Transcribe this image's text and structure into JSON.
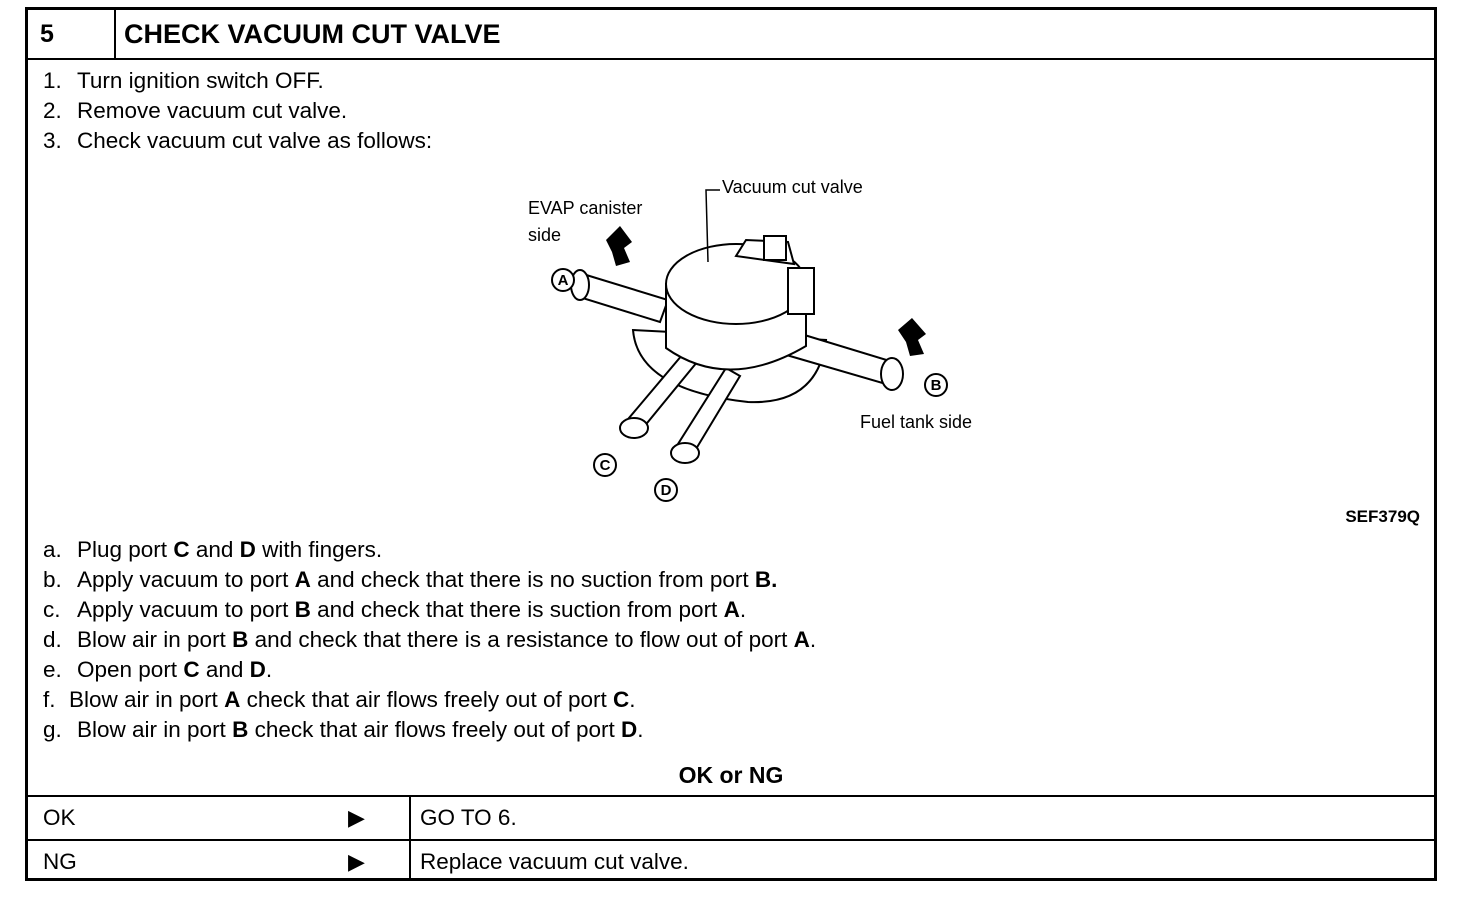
{
  "header": {
    "number": "5",
    "title": "CHECK VACUUM CUT VALVE"
  },
  "steps": [
    {
      "n": "1.",
      "text": "Turn ignition switch OFF."
    },
    {
      "n": "2.",
      "text": "Remove vacuum cut valve."
    },
    {
      "n": "3.",
      "text": "Check vacuum cut valve as follows:"
    }
  ],
  "figure": {
    "labels": {
      "vacuum_cut_valve": "Vacuum cut valve",
      "evap_line1": "EVAP canister",
      "evap_line2": "side",
      "fuel_tank_side": "Fuel tank side",
      "port_a": "A",
      "port_b": "B",
      "port_c": "C",
      "port_d": "D"
    },
    "code": "SEF379Q"
  },
  "substeps": [
    {
      "n": "a.",
      "p1": "Plug port ",
      "b1": "C",
      "p2": " and ",
      "b2": "D",
      "p3": " with fingers.",
      "b3": ""
    },
    {
      "n": "b.",
      "p1": "Apply vacuum to port ",
      "b1": "A",
      "p2": " and check that there is no suction from port ",
      "b2": "B.",
      "p3": "",
      "b3": ""
    },
    {
      "n": "c.",
      "p1": "Apply vacuum to port ",
      "b1": "B",
      "p2": " and check that there is suction from port ",
      "b2": "A",
      "p3": ".",
      "b3": ""
    },
    {
      "n": "d.",
      "p1": "Blow air in port ",
      "b1": "B",
      "p2": " and check that there is a resistance to flow out of port ",
      "b2": "A",
      "p3": ".",
      "b3": ""
    },
    {
      "n": "e.",
      "p1": "Open port ",
      "b1": "C",
      "p2": " and ",
      "b2": "D",
      "p3": ".",
      "b3": ""
    },
    {
      "n": "f.",
      "p1": "Blow air in port ",
      "b1": "A",
      "p2": " check that air flows freely out of port ",
      "b2": "C",
      "p3": ".",
      "b3": ""
    },
    {
      "n": "g.",
      "p1": "Blow air in port ",
      "b1": "B",
      "p2": " check that air flows freely out of port ",
      "b2": "D",
      "p3": ".",
      "b3": ""
    }
  ],
  "result_heading": "OK or NG",
  "results": [
    {
      "key": "OK",
      "arrow": "▶",
      "action": "GO TO 6."
    },
    {
      "key": "NG",
      "arrow": "▶",
      "action": "Replace vacuum cut valve."
    }
  ]
}
